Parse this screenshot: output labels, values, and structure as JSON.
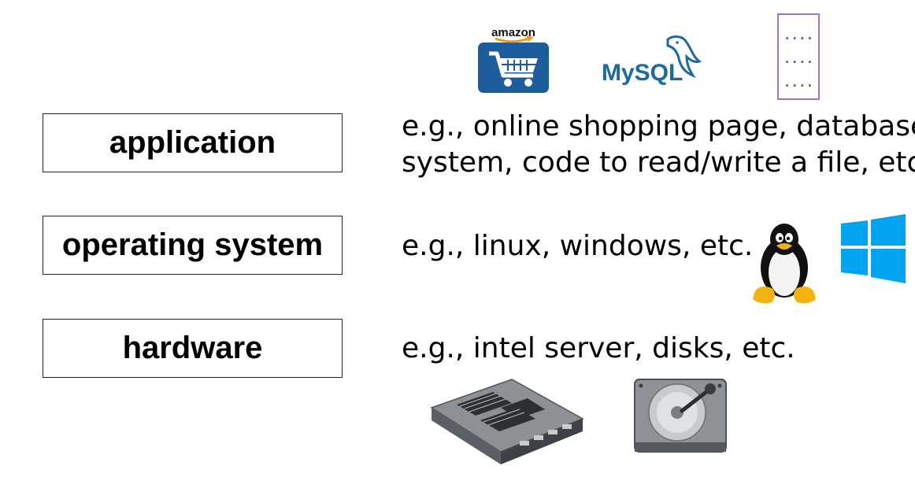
{
  "layers": [
    {
      "id": "application",
      "label": "application",
      "description": [
        "e.g., online shopping page, database",
        "system, code to read/write a file, etc."
      ]
    },
    {
      "id": "operating-system",
      "label": "operating system",
      "description": [
        "e.g., linux, windows, etc."
      ]
    },
    {
      "id": "hardware",
      "label": "hardware",
      "description": [
        "e.g., intel server, disks, etc."
      ]
    }
  ],
  "logos": {
    "amazon_text": "amazon",
    "mysql_text": "MySQL",
    "dots": [
      "....",
      "....",
      "...."
    ]
  },
  "colors": {
    "amazon_blue": "#1d5d9c",
    "mysql_blue": "#1a6aa6",
    "mysql_orange": "#e58a10",
    "dots_purple": "#7b4fa8",
    "windows_blue": "#00a4ef"
  },
  "icons": [
    "amazon-cart-icon",
    "mysql-dolphin-icon",
    "ellipsis-stack-icon",
    "linux-penguin-icon",
    "windows-logo-icon",
    "server-blade-icon",
    "hard-disk-icon"
  ]
}
